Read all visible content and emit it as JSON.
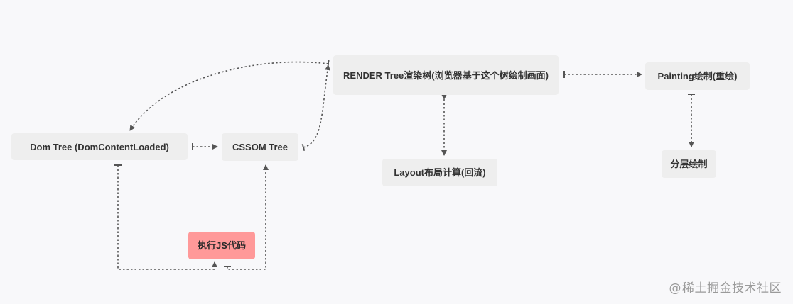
{
  "diagram": {
    "nodes": {
      "render_tree": "RENDER Tree渲染树(浏览器基于这个树绘制画面)",
      "painting": "Painting绘制(重绘)",
      "dom_tree": "Dom Tree (DomContentLoaded)",
      "cssom_tree": "CSSOM Tree",
      "layout": "Layout布局计算(回流)",
      "layering": "分层绘制",
      "execute_js": "执行JS代码"
    },
    "colors": {
      "node_fill": "#eeeeee",
      "highlight_fill": "#ff9999",
      "edge": "#555555",
      "background": "#f8f8fa"
    }
  },
  "watermark": {
    "symbol": "@",
    "text": "稀土掘金技术社区"
  }
}
